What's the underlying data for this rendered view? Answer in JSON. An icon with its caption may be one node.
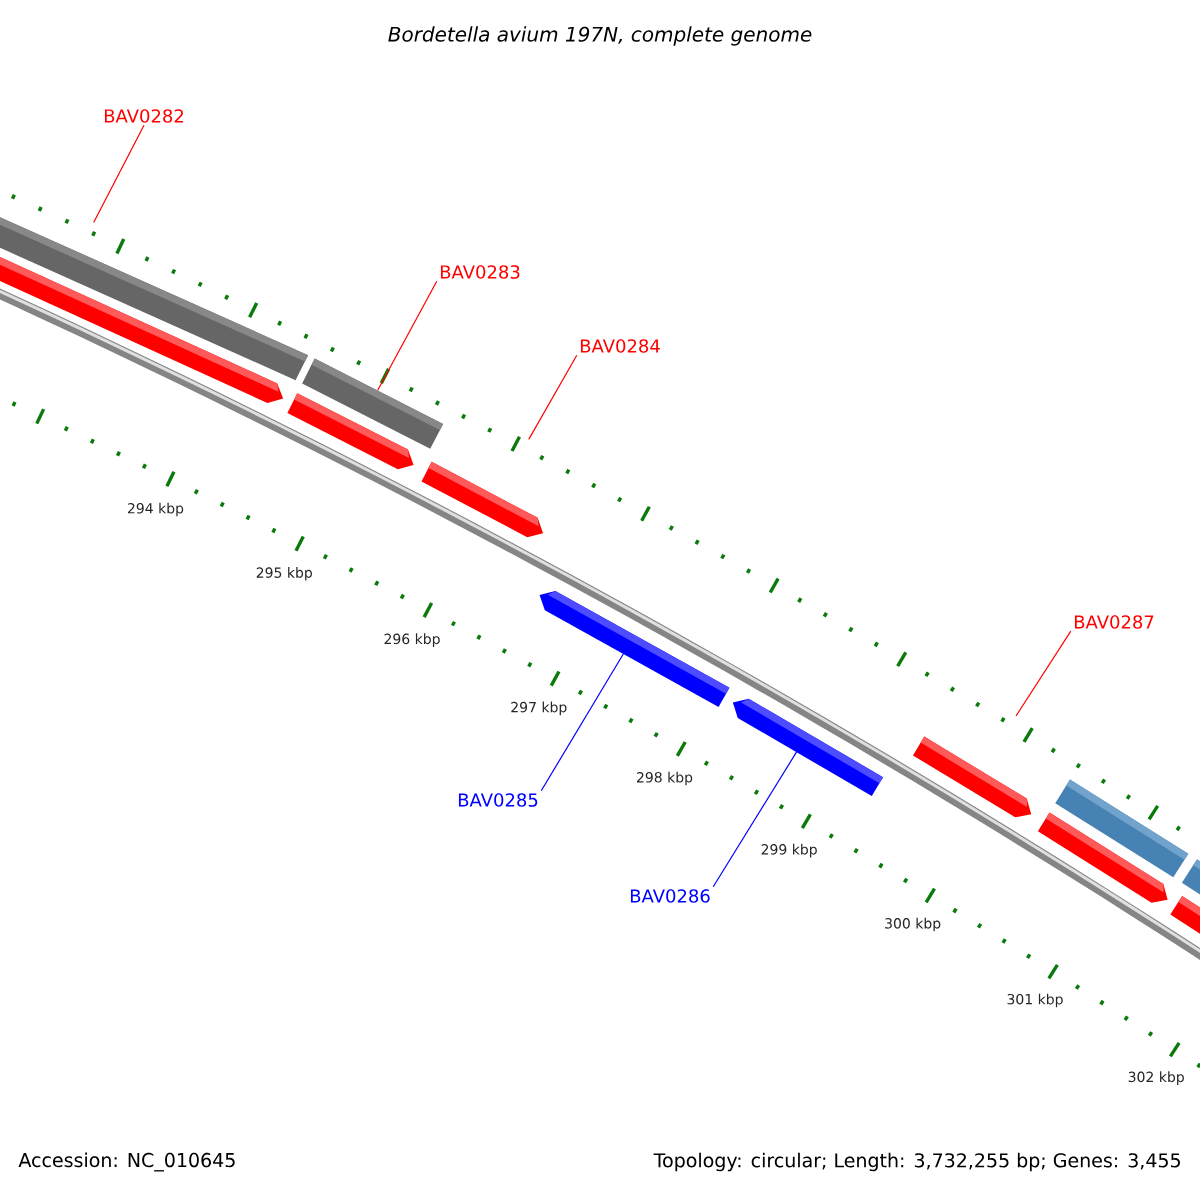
{
  "diagram": {
    "title": "Bordetella avium 197N, complete genome",
    "nodes": [
      {
        "text": [
          "BAV0282"
        ]
      },
      {
        "text": [
          "BAV0283"
        ]
      },
      {
        "text": [
          "BAV0284"
        ]
      },
      {
        "text": [
          "BAV0287"
        ]
      },
      {
        "text": [
          "BAV0285"
        ]
      },
      {
        "text": [
          "BAV0286"
        ]
      },
      {
        "text": [],
        "shape": "bar"
      },
      {
        "text": [],
        "shape": "bar"
      },
      {
        "text": [],
        "shape": "bar"
      },
      {
        "text": [],
        "shape": "bar"
      },
      {
        "text": [],
        "shape": "bar"
      },
      {
        "text": [],
        "shape": "bar"
      },
      {
        "text": [],
        "shape": "bar"
      },
      {
        "text": [],
        "shape": "bar"
      },
      {
        "text": [],
        "shape": "bar"
      },
      {
        "text": [],
        "shape": "bar"
      },
      {
        "text": [],
        "shape": "bar"
      },
      {
        "text": [],
        "shape": "bar"
      }
    ],
    "edges": [
      {
        "from": 0,
        "to": 7,
        "arrow": "none"
      },
      {
        "from": 1,
        "to": 8,
        "arrow": "none"
      },
      {
        "from": 2,
        "to": 10,
        "arrow": "none"
      },
      {
        "from": 3,
        "to": 13,
        "arrow": "none"
      },
      {
        "from": 4,
        "to": 11,
        "arrow": "none",
        "color": "#0000ff"
      },
      {
        "from": 5,
        "to": 12,
        "arrow": "none",
        "color": "#0000ff"
      }
    ],
    "labels": [
      "294 kbp",
      "295 kbp",
      "296 kbp",
      "297 kbp",
      "298 kbp",
      "299 kbp",
      "300 kbp",
      "301 kbp",
      "302 kbp",
      "Accession: NC_010645",
      "Topology: circular; Length: 3,732,255 bp; Genes: 3,455"
    ]
  }
}
